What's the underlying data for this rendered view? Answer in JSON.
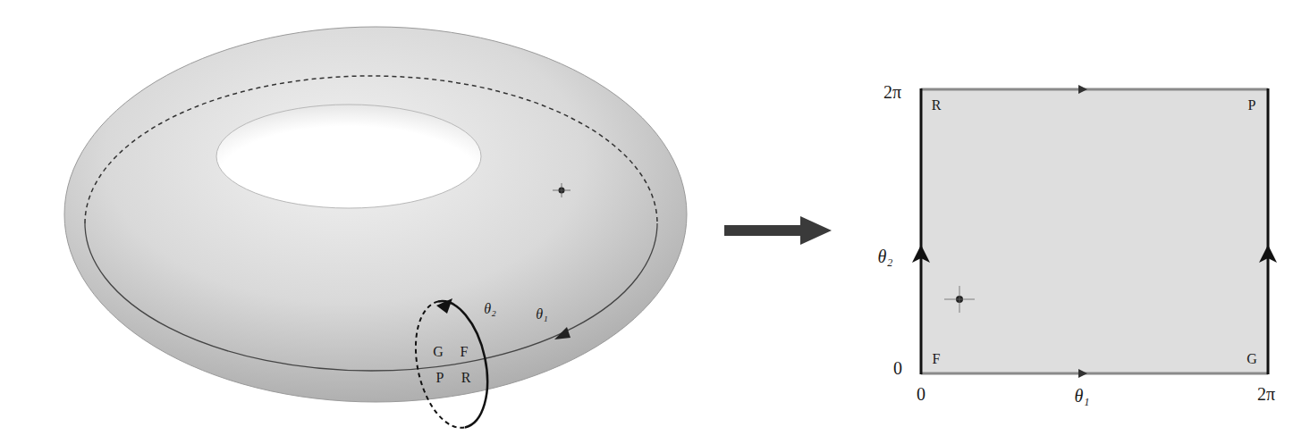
{
  "diagram": {
    "labels": [
      "θ₂",
      "θ₁",
      "G",
      "F",
      "P",
      "R",
      "2π",
      "R",
      "P",
      "θ₂",
      "0",
      "F",
      "G",
      "0",
      "θ₁",
      "2π"
    ]
  }
}
